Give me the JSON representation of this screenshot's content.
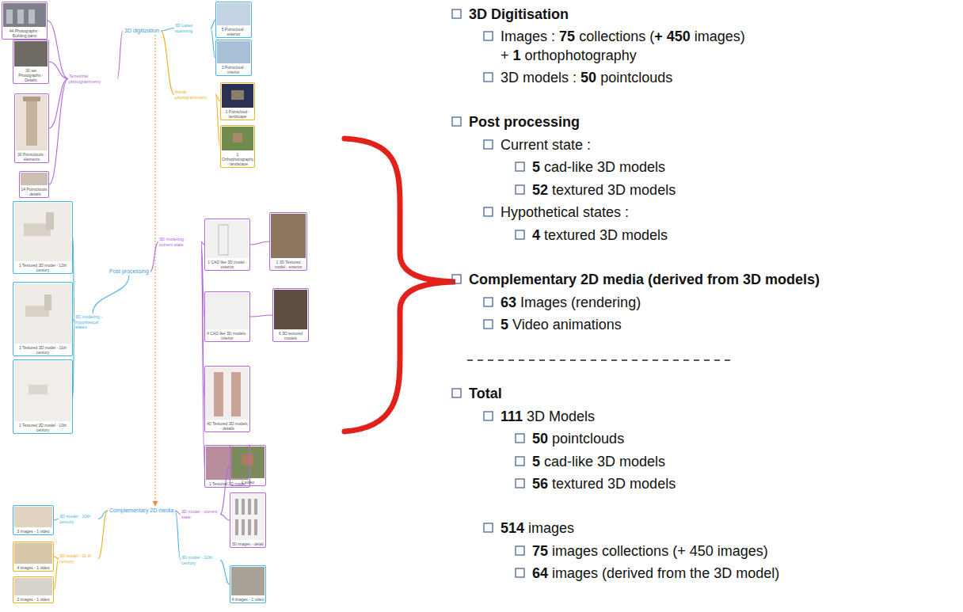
{
  "diagram": {
    "nodes": [
      {
        "text": [
          "3D digitization"
        ]
      },
      {
        "text": [
          "Terrestrial photogrammetry"
        ]
      },
      {
        "text": [
          "44 Photographs - Building parts"
        ]
      },
      {
        "text": [
          "30 set Photographs - Details"
        ]
      },
      {
        "text": [
          "30 Pointclouds - elements"
        ]
      },
      {
        "text": [
          "14 Pointclouds - details"
        ]
      },
      {
        "text": [
          "3D Laser scanning"
        ]
      },
      {
        "text": [
          "5 Pointcloud - exterior"
        ]
      },
      {
        "text": [
          "3 Pointcloud - interior"
        ]
      },
      {
        "text": [
          "Aerial photogrammetry"
        ]
      },
      {
        "text": [
          "1 Pointcloud - landscape"
        ]
      },
      {
        "text": [
          "1 Orthophotography - landscape"
        ]
      },
      {
        "text": [
          "Post processing"
        ]
      },
      {
        "text": [
          "3D modeling - current state"
        ]
      },
      {
        "text": [
          "1 CAD like 3D model - exterior"
        ]
      },
      {
        "text": [
          "1 3D Textured model - exterior"
        ]
      },
      {
        "text": [
          "4 CAD like 3D models - interior"
        ]
      },
      {
        "text": [
          "6 3D textured models"
        ]
      },
      {
        "text": [
          "40 Textured 3D models - details"
        ]
      },
      {
        "text": [
          "1 Textured 3D model"
        ]
      },
      {
        "text": [
          "3D modeling - hypothetical states"
        ]
      },
      {
        "text": [
          "1 Textured 3D model - 12th century"
        ]
      },
      {
        "text": [
          "1 Textured 3D model - 11th century"
        ]
      },
      {
        "text": [
          "1 Textured 3D model - 10th century"
        ]
      },
      {
        "text": [
          "Complementary 2D media"
        ]
      },
      {
        "text": [
          "3D model - 10th century"
        ]
      },
      {
        "text": [
          "3 images - 1 video"
        ]
      },
      {
        "text": [
          "3D model - 11 th century"
        ]
      },
      {
        "text": [
          "4 images - 1 video"
        ]
      },
      {
        "text": [
          "2 images - 1 video"
        ]
      },
      {
        "text": [
          "3D model - current state"
        ]
      },
      {
        "text": [
          "1 video"
        ]
      },
      {
        "text": [
          "50 images - detail"
        ]
      },
      {
        "text": [
          "3D model - 12th century"
        ]
      },
      {
        "text": [
          "4 images - 1 video"
        ]
      }
    ],
    "edges": [
      {
        "from": 0,
        "to": 1,
        "arrow": "none"
      },
      {
        "from": 1,
        "to": 2,
        "arrow": "none"
      },
      {
        "from": 1,
        "to": 3,
        "arrow": "none"
      },
      {
        "from": 1,
        "to": 4,
        "arrow": "none"
      },
      {
        "from": 1,
        "to": 5,
        "arrow": "none"
      },
      {
        "from": 0,
        "to": 6,
        "arrow": "none"
      },
      {
        "from": 6,
        "to": 7,
        "arrow": "none"
      },
      {
        "from": 6,
        "to": 8,
        "arrow": "none"
      },
      {
        "from": 0,
        "to": 9,
        "arrow": "none"
      },
      {
        "from": 9,
        "to": 10,
        "arrow": "none"
      },
      {
        "from": 9,
        "to": 11,
        "arrow": "none"
      },
      {
        "from": 0,
        "to": 24,
        "arrow": "to"
      },
      {
        "from": 12,
        "to": 13,
        "arrow": "none"
      },
      {
        "from": 13,
        "to": 14,
        "arrow": "none"
      },
      {
        "from": 14,
        "to": 15,
        "arrow": "none"
      },
      {
        "from": 13,
        "to": 16,
        "arrow": "none"
      },
      {
        "from": 16,
        "to": 17,
        "arrow": "none"
      },
      {
        "from": 13,
        "to": 18,
        "arrow": "none"
      },
      {
        "from": 13,
        "to": 19,
        "arrow": "none"
      },
      {
        "from": 12,
        "to": 20,
        "arrow": "none"
      },
      {
        "from": 20,
        "to": 21,
        "arrow": "none"
      },
      {
        "from": 20,
        "to": 22,
        "arrow": "none"
      },
      {
        "from": 20,
        "to": 23,
        "arrow": "none"
      },
      {
        "from": 24,
        "to": 25,
        "arrow": "none"
      },
      {
        "from": 25,
        "to": 26,
        "arrow": "none"
      },
      {
        "from": 24,
        "to": 27,
        "arrow": "none"
      },
      {
        "from": 27,
        "to": 28,
        "arrow": "none"
      },
      {
        "from": 27,
        "to": 29,
        "arrow": "none"
      },
      {
        "from": 24,
        "to": 30,
        "arrow": "none"
      },
      {
        "from": 30,
        "to": 31,
        "arrow": "none"
      },
      {
        "from": 30,
        "to": 32,
        "arrow": "none"
      },
      {
        "from": 24,
        "to": 33,
        "arrow": "none"
      },
      {
        "from": 33,
        "to": 34,
        "arrow": "none"
      }
    ],
    "labels": [
      "3D Digitisation",
      "Images :",
      "75",
      "collections (",
      "+ 450",
      "images)",
      "+",
      "1",
      "orthophotography",
      "3D models :",
      "50",
      "pointclouds",
      "Post processing",
      "Current state :",
      "5",
      "cad-like 3D models",
      "52",
      "textured 3D models",
      "Hypothetical states :",
      "4",
      "textured 3D models",
      "Complementary 2D media (derived from 3D models)",
      "63",
      "Images (rendering)",
      "5",
      "Video animations",
      "Total",
      "111",
      "3D Models",
      "50",
      "pointclouds",
      "5",
      "cad-like 3D models",
      "56",
      "textured 3D models",
      "514",
      "images",
      "75",
      "images collections (+ 450 images)",
      "64",
      "images (derived from the 3D model)"
    ]
  }
}
